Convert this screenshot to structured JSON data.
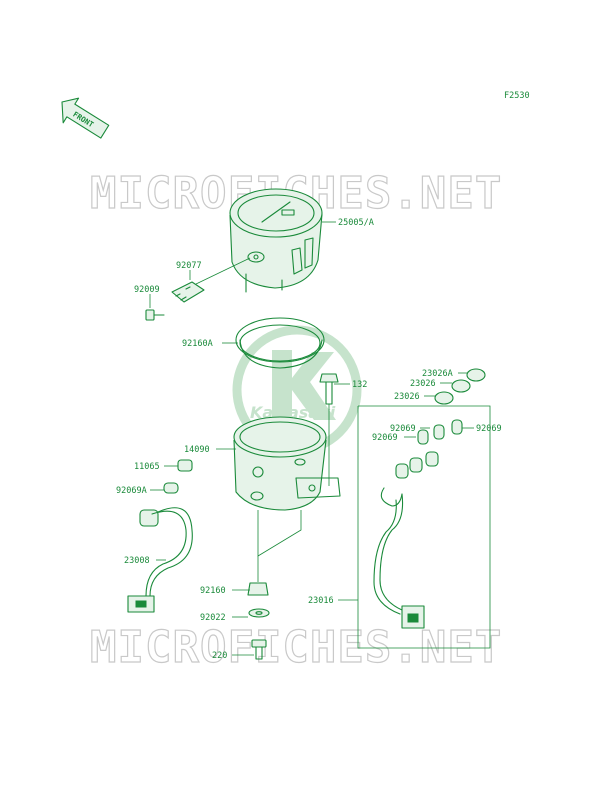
{
  "figure_code": "F2530",
  "front_arrow_label": "FRONT",
  "watermarks": [
    "MICROFICHES.NET",
    "MICROFICHES.NET"
  ],
  "logo_text": "Kawasaki",
  "colors": {
    "line": "#1a8a3a",
    "watermark_outline": "#c9c9c9",
    "logo": "#c6e3cc"
  },
  "callouts": {
    "c25005A": "25005/A",
    "c92077": "92077",
    "c92009": "92009",
    "c92160A": "92160A",
    "c132": "132",
    "c23026A": "23026A",
    "c23026a": "23026",
    "c23026b": "23026",
    "c92069a": "92069",
    "c92069b": "92069",
    "c92069c": "92069",
    "c14090": "14090",
    "c11065": "11065",
    "c92069A": "92069A",
    "c23008": "23008",
    "c23016": "23016",
    "c92160": "92160",
    "c92022": "92022",
    "c220": "220"
  }
}
